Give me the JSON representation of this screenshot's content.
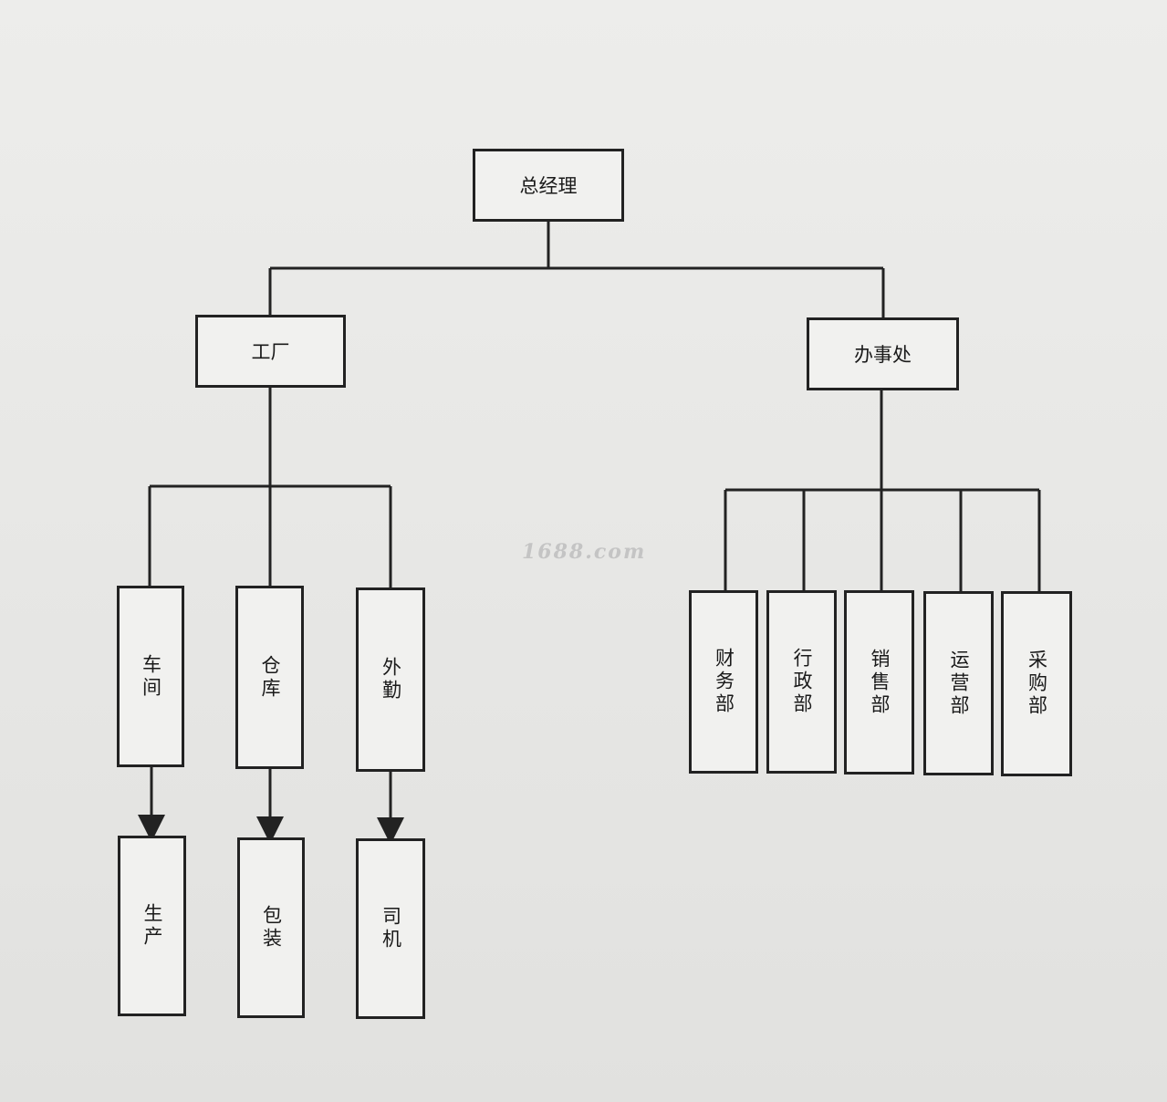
{
  "watermark": "1688.com",
  "chart": {
    "root": "总经理",
    "level1": {
      "factory": "工厂",
      "office": "办事处"
    },
    "factory_children": [
      "车间",
      "仓库",
      "外勤"
    ],
    "factory_grandchildren": [
      "生产",
      "包装",
      "司机"
    ],
    "office_children": [
      "财务部",
      "行政部",
      "销售部",
      "运营部",
      "采购部"
    ]
  }
}
